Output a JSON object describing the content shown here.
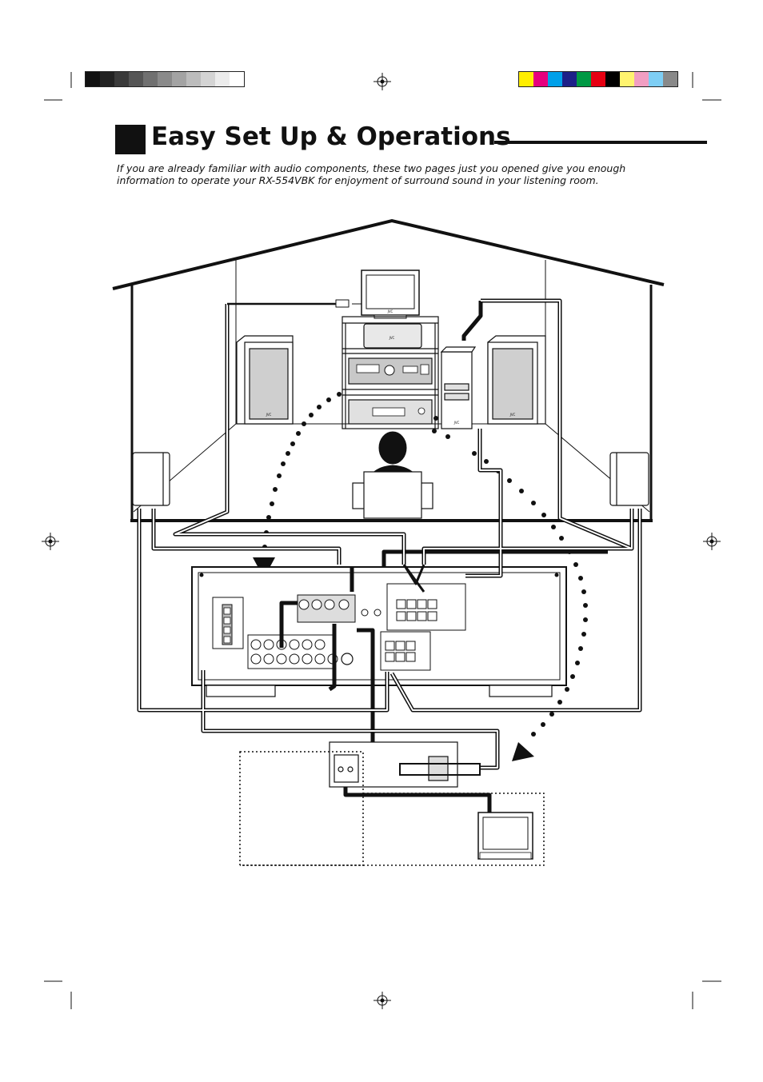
{
  "header": {
    "title": "Easy Set Up & Operations",
    "intro_line1": "If you are already familiar with audio components, these two pages just you opened give you enough",
    "intro_line2": "information to operate your RX-554VBK for enjoyment of surround sound in your listening room."
  },
  "print_marks": {
    "gray_bar": [
      "#111111",
      "#222222",
      "#3a3a3a",
      "#555555",
      "#707070",
      "#8a8a8a",
      "#a3a3a3",
      "#bcbcbc",
      "#d4d4d4",
      "#ececec",
      "#ffffff"
    ],
    "color_bar": [
      "#ffee00",
      "#e6007e",
      "#00a0e9",
      "#1d2088",
      "#009944",
      "#e60012",
      "#000000",
      "#fff46f",
      "#f19ec2",
      "#7ecef4",
      "#898989"
    ]
  },
  "brand": {
    "logo_text": "JVC"
  }
}
